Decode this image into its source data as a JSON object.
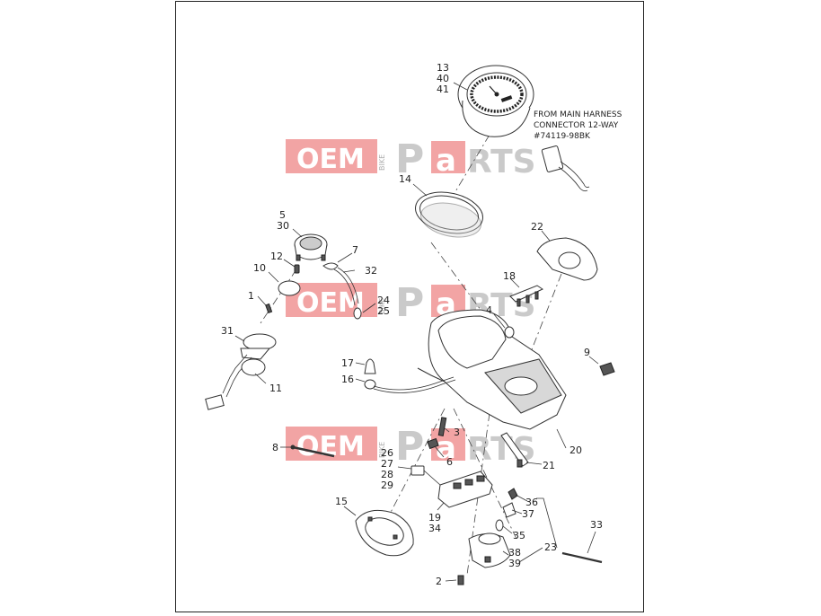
{
  "note": {
    "line1": "FROM MAIN HARNESS",
    "line2": "CONNECTOR 12-WAY",
    "line3": "#74119-98BK"
  },
  "watermark": {
    "oem": "OEM",
    "bike": "BIKE",
    "p": "P",
    "a": "a",
    "rts": "RTS"
  },
  "callouts": {
    "c13": "13",
    "c40": "40",
    "c41": "41",
    "c14": "14",
    "c5": "5",
    "c30": "30",
    "c7": "7",
    "c12": "12",
    "c10": "10",
    "c32": "32",
    "c1": "1",
    "c24": "24",
    "c25": "25",
    "c22": "22",
    "c18": "18",
    "c4": "4",
    "c31": "31",
    "c9": "9",
    "c17": "17",
    "c16": "16",
    "c11": "11",
    "c3": "3",
    "c8": "8",
    "c26": "26",
    "c27": "27",
    "c28": "28",
    "c29": "29",
    "c6": "6",
    "c20": "20",
    "c21": "21",
    "c15": "15",
    "c19": "19",
    "c34": "34",
    "c36": "36",
    "c37": "37",
    "c35": "35",
    "c33": "33",
    "c23": "23",
    "c38": "38",
    "c39": "39",
    "c2": "2"
  }
}
